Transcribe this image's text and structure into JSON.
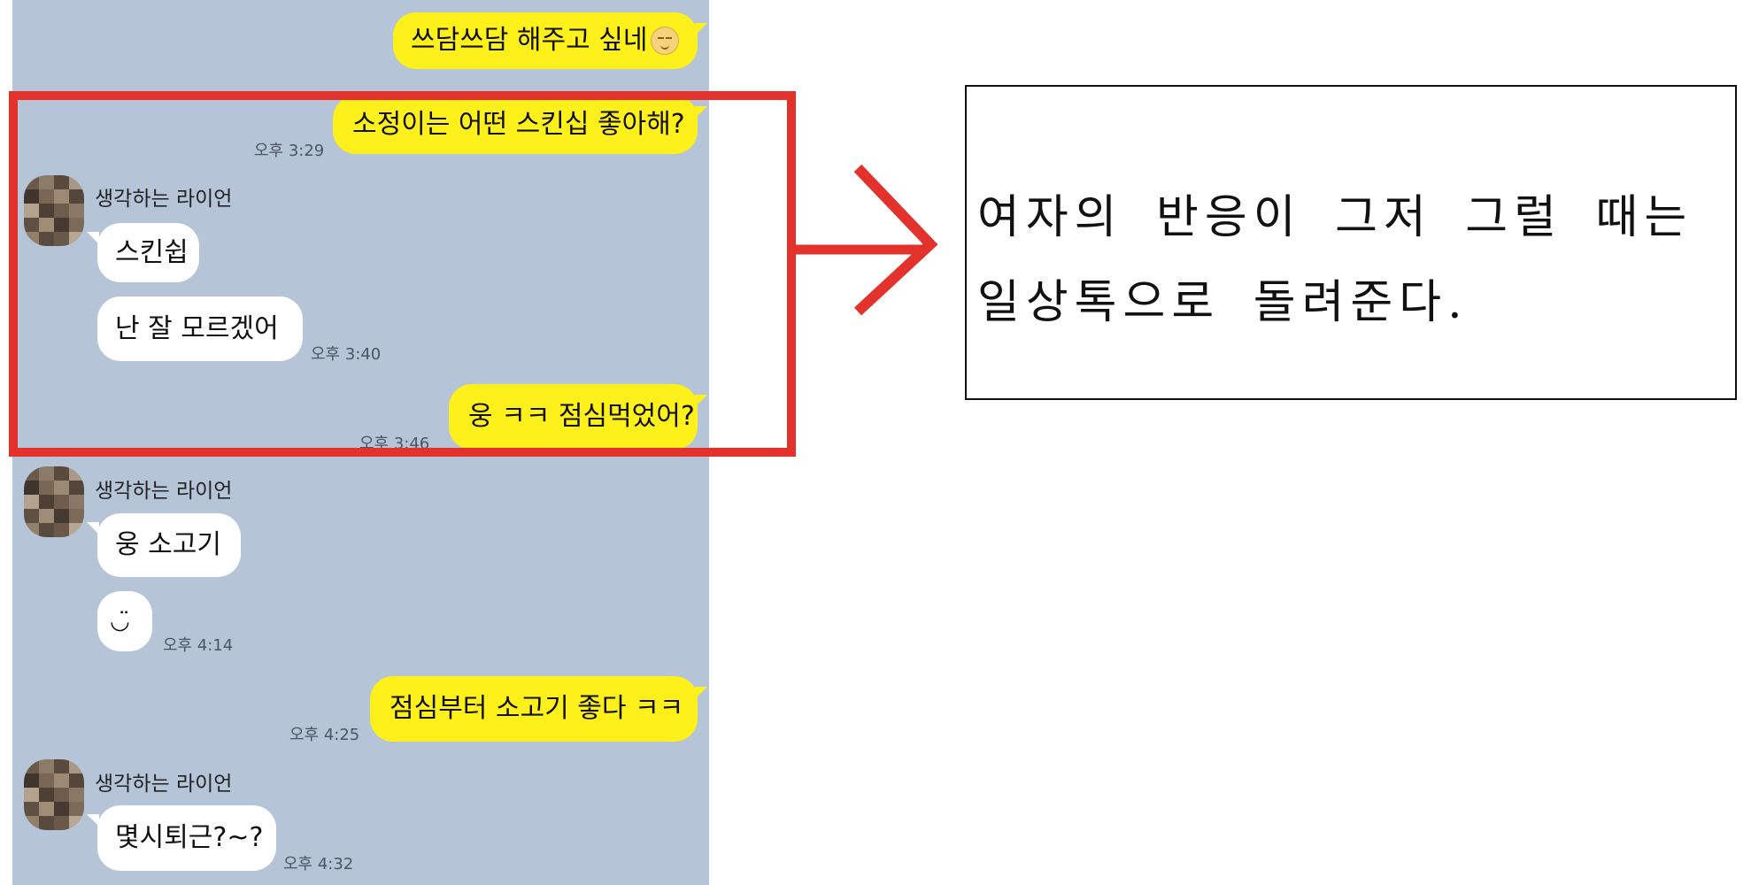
{
  "chat": {
    "background": "#b6c4d8",
    "sender_name": "생각하는 라이언",
    "messages": [
      {
        "dir": "out",
        "text": "쓰담쓰담 해주고 싶네",
        "emoji": "smiling-face-icon",
        "time": ""
      },
      {
        "dir": "out",
        "text": "소정이는 어떤 스킨십 좋아해?",
        "time": "오후 3:29"
      },
      {
        "dir": "in",
        "text": "스킨쉽",
        "time": ""
      },
      {
        "dir": "in",
        "text": "난 잘 모르겠어",
        "time": "오후 3:40"
      },
      {
        "dir": "out",
        "text": "웅 ㅋㅋ 점심먹었어?",
        "time": "오후 3:46"
      },
      {
        "dir": "in",
        "text": "웅 소고기",
        "time": ""
      },
      {
        "dir": "in",
        "text": "◡̈",
        "time": "오후 4:14"
      },
      {
        "dir": "out",
        "text": "점심부터 소고기 좋다 ㅋㅋ",
        "time": "오후 4:25"
      },
      {
        "dir": "in",
        "text": "몇시퇴근?~?",
        "time": "오후 4:32"
      }
    ]
  },
  "annotation": {
    "highlight_color": "#e3322b",
    "arrow_color": "#e3322b",
    "note_lines": [
      "여자의 반응이 그저 그럴 때는",
      "일상톡으로 돌려준다."
    ]
  }
}
